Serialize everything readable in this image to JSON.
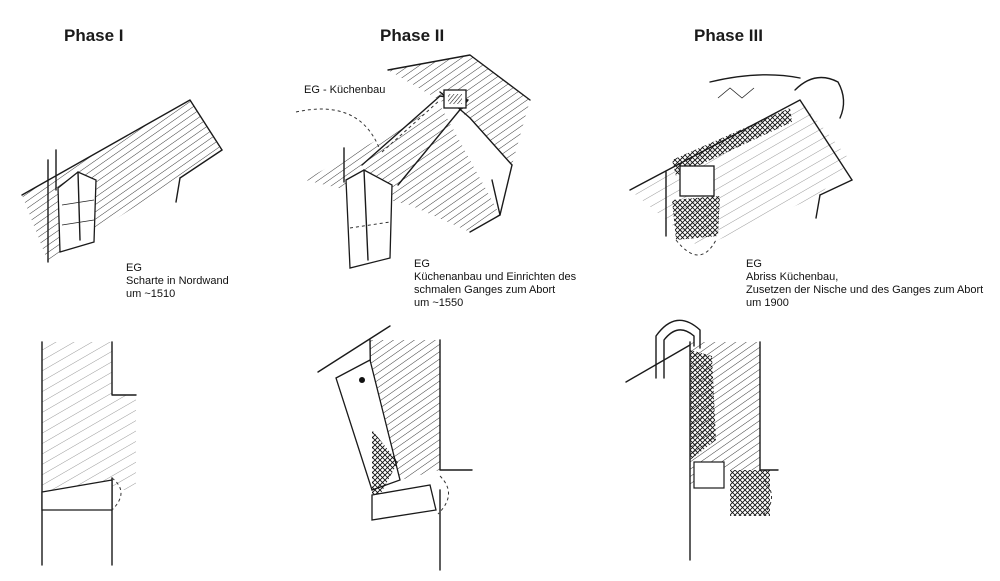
{
  "phases": [
    {
      "title": "Phase I",
      "caption": [
        "EG",
        "Scharte in Nordwand",
        "um ~1510"
      ]
    },
    {
      "title": "Phase II",
      "annotation": "EG - Küchenbau",
      "caption": [
        "EG",
        "Küchenanbau und Einrichten des",
        "schmalen Ganges zum Abort",
        "um ~1550"
      ]
    },
    {
      "title": "Phase III",
      "caption": [
        "EG",
        "Abriss Küchenbau,",
        "Zusetzen der Nische und des Ganges zum Abort",
        "um 1900"
      ]
    }
  ],
  "colors": {
    "ink": "#1a1a1a",
    "background": "#ffffff"
  }
}
